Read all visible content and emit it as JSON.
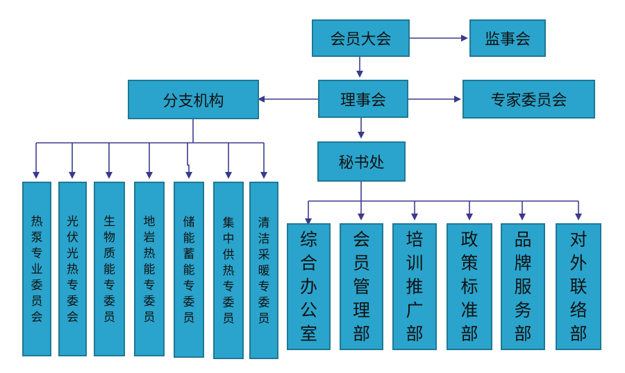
{
  "nodes": {
    "assembly": "会员大会",
    "supervisors": "监事会",
    "council": "理事会",
    "experts": "专家委员会",
    "branches": "分支机构",
    "secretariat": "秘书处"
  },
  "branch_committees": [
    "热泵专业委员会",
    "光伏光热专委会",
    "生物质能专委员",
    "地岩热能专委员",
    "储能蓄能专委员",
    "集中供热专委员",
    "清洁采暖专委员"
  ],
  "secretariat_departments": [
    "综合办公室",
    "会员管理部",
    "培训推广部",
    "政策标准部",
    "品牌服务部",
    "对外联络部"
  ],
  "colors": {
    "box_fill": "#2aa4cc",
    "box_border": "#1f7893",
    "connector": "#3a3a8c",
    "text": "#111111"
  }
}
